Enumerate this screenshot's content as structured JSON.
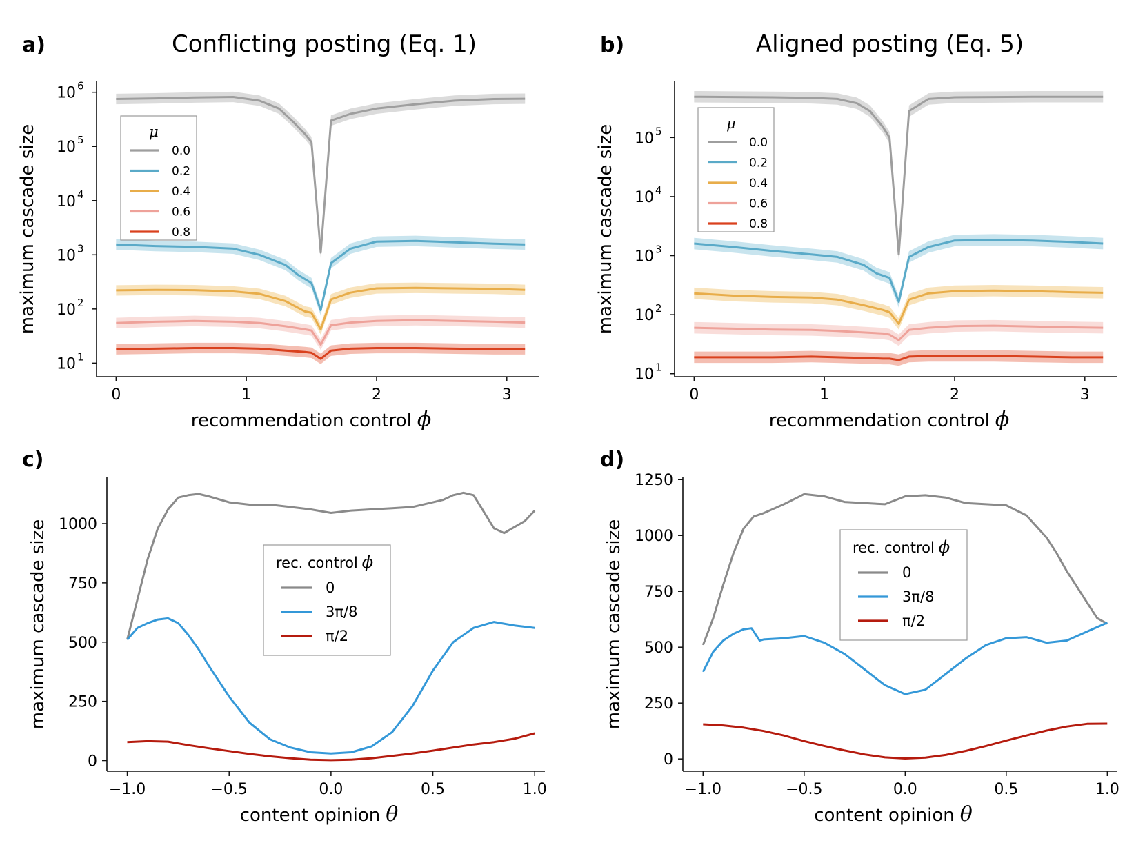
{
  "figure": {
    "panels": [
      {
        "letter": "a)",
        "title": "Conflicting posting (Eq. 1)"
      },
      {
        "letter": "b)",
        "title": "Aligned posting (Eq. 5)"
      },
      {
        "letter": "c)",
        "title": ""
      },
      {
        "letter": "d)",
        "title": ""
      }
    ]
  },
  "chart_data": [
    {
      "id": "a",
      "type": "line",
      "title": "Conflicting posting (Eq. 1)",
      "xlabel": "recommendation control",
      "xlabel_symbol": "ϕ",
      "ylabel": "maximum cascade size",
      "yscale": "log",
      "xlim": [
        -0.15,
        3.25
      ],
      "ylim_log10": [
        0.75,
        6.2
      ],
      "xticks": [
        0,
        1,
        2,
        3
      ],
      "yticks": [
        1,
        2,
        3,
        4,
        5,
        6
      ],
      "band": true,
      "legend": {
        "title": "μ",
        "position": "upper-left"
      },
      "series": [
        {
          "name": "0.0",
          "color": "#9e9e9e",
          "band_color": "#cfcfcf",
          "x": [
            0,
            0.3,
            0.6,
            0.9,
            1.1,
            1.25,
            1.35,
            1.45,
            1.5,
            1.571,
            1.65,
            1.8,
            2.0,
            2.3,
            2.6,
            2.9,
            3.14
          ],
          "y": [
            750000,
            770000,
            800000,
            820000,
            700000,
            500000,
            300000,
            170000,
            120000,
            1100,
            300000,
            400000,
            500000,
            600000,
            700000,
            750000,
            760000
          ]
        },
        {
          "name": "0.2",
          "color": "#5aaac8",
          "band_color": "#b5dbe8",
          "x": [
            0,
            0.3,
            0.6,
            0.9,
            1.1,
            1.3,
            1.4,
            1.5,
            1.571,
            1.65,
            1.8,
            2.0,
            2.3,
            2.6,
            2.9,
            3.14
          ],
          "y": [
            1550,
            1450,
            1400,
            1300,
            1000,
            650,
            420,
            300,
            95,
            700,
            1300,
            1750,
            1800,
            1700,
            1600,
            1550
          ]
        },
        {
          "name": "0.4",
          "color": "#e8ad4a",
          "band_color": "#f5d9a6",
          "x": [
            0,
            0.3,
            0.6,
            0.9,
            1.1,
            1.3,
            1.45,
            1.5,
            1.571,
            1.65,
            1.8,
            2.0,
            2.3,
            2.6,
            2.9,
            3.14
          ],
          "y": [
            220,
            225,
            222,
            210,
            190,
            140,
            90,
            85,
            42,
            150,
            200,
            240,
            245,
            240,
            235,
            225
          ]
        },
        {
          "name": "0.6",
          "color": "#eea29a",
          "band_color": "#f7d2cd",
          "x": [
            0,
            0.3,
            0.6,
            0.9,
            1.1,
            1.3,
            1.45,
            1.5,
            1.571,
            1.65,
            1.8,
            2.0,
            2.3,
            2.6,
            2.9,
            3.14
          ],
          "y": [
            55,
            58,
            60,
            58,
            55,
            48,
            42,
            40,
            22,
            50,
            56,
            60,
            62,
            60,
            58,
            56
          ]
        },
        {
          "name": "0.8",
          "color": "#d9411e",
          "band_color": "#f0a898",
          "x": [
            0,
            0.3,
            0.6,
            0.9,
            1.1,
            1.3,
            1.45,
            1.5,
            1.571,
            1.65,
            1.8,
            2.0,
            2.3,
            2.6,
            2.9,
            3.14
          ],
          "y": [
            18,
            18.5,
            19,
            19,
            18.5,
            17,
            16,
            15.5,
            12,
            17,
            18.5,
            19,
            19,
            18.5,
            18,
            18
          ]
        }
      ]
    },
    {
      "id": "b",
      "type": "line",
      "title": "Aligned posting (Eq. 5)",
      "xlabel": "recommendation control",
      "xlabel_symbol": "ϕ",
      "ylabel": "maximum cascade size",
      "yscale": "log",
      "xlim": [
        -0.15,
        3.25
      ],
      "ylim_log10": [
        0.95,
        5.95
      ],
      "xticks": [
        0,
        1,
        2,
        3
      ],
      "yticks": [
        1,
        2,
        3,
        4,
        5
      ],
      "band": true,
      "legend": {
        "title": "μ",
        "position": "upper-left"
      },
      "series": [
        {
          "name": "0.0",
          "color": "#9e9e9e",
          "band_color": "#cfcfcf",
          "x": [
            0,
            0.3,
            0.6,
            0.9,
            1.1,
            1.25,
            1.35,
            1.45,
            1.5,
            1.571,
            1.65,
            1.8,
            2.0,
            2.3,
            2.6,
            2.9,
            3.14
          ],
          "y": [
            490000,
            485000,
            480000,
            470000,
            450000,
            380000,
            280000,
            150000,
            100000,
            1050,
            280000,
            450000,
            480000,
            485000,
            490000,
            490000,
            490000
          ]
        },
        {
          "name": "0.2",
          "color": "#5aaac8",
          "band_color": "#b5dbe8",
          "x": [
            0,
            0.3,
            0.6,
            0.9,
            1.1,
            1.3,
            1.4,
            1.5,
            1.571,
            1.65,
            1.8,
            2.0,
            2.3,
            2.6,
            2.9,
            3.14
          ],
          "y": [
            1600,
            1400,
            1200,
            1050,
            950,
            700,
            500,
            420,
            165,
            950,
            1400,
            1800,
            1850,
            1800,
            1700,
            1600
          ]
        },
        {
          "name": "0.4",
          "color": "#e8ad4a",
          "band_color": "#f5d9a6",
          "x": [
            0,
            0.3,
            0.6,
            0.9,
            1.1,
            1.3,
            1.45,
            1.5,
            1.571,
            1.65,
            1.8,
            2.0,
            2.3,
            2.6,
            2.9,
            3.14
          ],
          "y": [
            230,
            210,
            200,
            195,
            180,
            145,
            120,
            110,
            70,
            180,
            230,
            250,
            255,
            250,
            240,
            235
          ]
        },
        {
          "name": "0.6",
          "color": "#eea29a",
          "band_color": "#f7d2cd",
          "x": [
            0,
            0.3,
            0.6,
            0.9,
            1.1,
            1.3,
            1.45,
            1.5,
            1.571,
            1.65,
            1.8,
            2.0,
            2.3,
            2.6,
            2.9,
            3.14
          ],
          "y": [
            60,
            58,
            56,
            55,
            53,
            50,
            48,
            46,
            37,
            55,
            60,
            64,
            65,
            63,
            61,
            60
          ]
        },
        {
          "name": "0.8",
          "color": "#d9411e",
          "band_color": "#f0a898",
          "x": [
            0,
            0.3,
            0.6,
            0.9,
            1.1,
            1.3,
            1.45,
            1.5,
            1.571,
            1.65,
            1.8,
            2.0,
            2.3,
            2.6,
            2.9,
            3.14
          ],
          "y": [
            19,
            19,
            19,
            19.5,
            19,
            18.5,
            18,
            18,
            17,
            19.5,
            20,
            20,
            20,
            19.5,
            19,
            19
          ]
        }
      ]
    },
    {
      "id": "c",
      "type": "line",
      "title": "",
      "xlabel": "content opinion",
      "xlabel_symbol": "θ",
      "ylabel": "maximum cascade size",
      "yscale": "linear",
      "xlim": [
        -1.1,
        1.05
      ],
      "ylim": [
        -45,
        1195
      ],
      "xticks": [
        -1.0,
        -0.5,
        0.0,
        0.5,
        1.0
      ],
      "xtick_labels": [
        "−1.0",
        "−0.5",
        "0.0",
        "0.5",
        "1.0"
      ],
      "yticks": [
        0,
        250,
        500,
        750,
        1000
      ],
      "yticks_labels": [
        "0",
        "250",
        "500",
        "750",
        "1000"
      ],
      "legend": {
        "title": "rec. control",
        "title_symbol": "ϕ",
        "position": "center"
      },
      "series": [
        {
          "name": "0",
          "color": "#8a8a8a",
          "x": [
            -1.0,
            -0.95,
            -0.9,
            -0.85,
            -0.8,
            -0.75,
            -0.7,
            -0.65,
            -0.6,
            -0.5,
            -0.4,
            -0.3,
            -0.2,
            -0.1,
            0.0,
            0.1,
            0.2,
            0.3,
            0.4,
            0.5,
            0.55,
            0.6,
            0.65,
            0.7,
            0.75,
            0.8,
            0.85,
            0.9,
            0.95,
            1.0
          ],
          "y": [
            510,
            680,
            850,
            980,
            1060,
            1110,
            1120,
            1125,
            1115,
            1090,
            1080,
            1080,
            1070,
            1060,
            1045,
            1055,
            1060,
            1065,
            1070,
            1090,
            1100,
            1120,
            1130,
            1120,
            1050,
            980,
            960,
            985,
            1010,
            1055
          ]
        },
        {
          "name": "3π/8",
          "color": "#3498d8",
          "x": [
            -1.0,
            -0.95,
            -0.9,
            -0.85,
            -0.8,
            -0.75,
            -0.7,
            -0.65,
            -0.6,
            -0.5,
            -0.4,
            -0.3,
            -0.2,
            -0.1,
            0.0,
            0.1,
            0.2,
            0.3,
            0.4,
            0.5,
            0.6,
            0.7,
            0.8,
            0.9,
            1.0
          ],
          "y": [
            510,
            560,
            580,
            595,
            600,
            580,
            530,
            470,
            400,
            270,
            160,
            90,
            55,
            35,
            30,
            35,
            60,
            120,
            230,
            380,
            500,
            560,
            585,
            570,
            560
          ]
        },
        {
          "name": "π/2",
          "color": "#b51b0e",
          "x": [
            -1.0,
            -0.9,
            -0.8,
            -0.7,
            -0.6,
            -0.5,
            -0.4,
            -0.3,
            -0.2,
            -0.1,
            0.0,
            0.1,
            0.2,
            0.3,
            0.4,
            0.5,
            0.6,
            0.7,
            0.8,
            0.9,
            1.0
          ],
          "y": [
            78,
            82,
            80,
            65,
            52,
            40,
            28,
            18,
            10,
            4,
            2,
            4,
            10,
            20,
            30,
            42,
            55,
            68,
            78,
            92,
            115
          ]
        }
      ]
    },
    {
      "id": "d",
      "type": "line",
      "title": "",
      "xlabel": "content opinion",
      "xlabel_symbol": "θ",
      "ylabel": "maximum cascade size",
      "yscale": "linear",
      "xlim": [
        -1.1,
        1.05
      ],
      "ylim": [
        -55,
        1260
      ],
      "xticks": [
        -1.0,
        -0.5,
        0.0,
        0.5,
        1.0
      ],
      "xtick_labels": [
        "−1.0",
        "−0.5",
        "0.0",
        "0.5",
        "1.0"
      ],
      "yticks": [
        0,
        250,
        500,
        750,
        1000,
        1250
      ],
      "yticks_labels": [
        "0",
        "250",
        "500",
        "750",
        "1000",
        "1250"
      ],
      "legend": {
        "title": "rec. control",
        "title_symbol": "ϕ",
        "position": "upper-center"
      },
      "series": [
        {
          "name": "0",
          "color": "#8a8a8a",
          "x": [
            -1.0,
            -0.95,
            -0.9,
            -0.85,
            -0.8,
            -0.75,
            -0.7,
            -0.65,
            -0.6,
            -0.5,
            -0.4,
            -0.3,
            -0.2,
            -0.1,
            0.0,
            0.1,
            0.2,
            0.3,
            0.4,
            0.5,
            0.6,
            0.7,
            0.75,
            0.8,
            0.85,
            0.9,
            0.95,
            1.0
          ],
          "y": [
            510,
            630,
            780,
            920,
            1030,
            1085,
            1100,
            1120,
            1140,
            1185,
            1175,
            1150,
            1145,
            1140,
            1175,
            1180,
            1170,
            1145,
            1140,
            1135,
            1090,
            990,
            920,
            840,
            770,
            700,
            630,
            605
          ]
        },
        {
          "name": "3π/8",
          "color": "#3498d8",
          "x": [
            -1.0,
            -0.95,
            -0.9,
            -0.85,
            -0.8,
            -0.76,
            -0.72,
            -0.7,
            -0.6,
            -0.5,
            -0.4,
            -0.3,
            -0.2,
            -0.1,
            0.0,
            0.1,
            0.2,
            0.3,
            0.4,
            0.5,
            0.6,
            0.7,
            0.8,
            0.9,
            1.0
          ],
          "y": [
            390,
            480,
            530,
            560,
            580,
            585,
            530,
            535,
            540,
            550,
            520,
            470,
            400,
            330,
            290,
            310,
            380,
            450,
            510,
            540,
            545,
            520,
            530,
            570,
            610
          ]
        },
        {
          "name": "π/2",
          "color": "#b51b0e",
          "x": [
            -1.0,
            -0.9,
            -0.8,
            -0.7,
            -0.6,
            -0.5,
            -0.4,
            -0.3,
            -0.2,
            -0.1,
            0.0,
            0.1,
            0.2,
            0.3,
            0.4,
            0.5,
            0.6,
            0.7,
            0.8,
            0.9,
            1.0
          ],
          "y": [
            155,
            150,
            140,
            125,
            105,
            80,
            58,
            38,
            20,
            7,
            2,
            6,
            18,
            36,
            58,
            82,
            105,
            127,
            145,
            157,
            158
          ]
        }
      ]
    }
  ]
}
